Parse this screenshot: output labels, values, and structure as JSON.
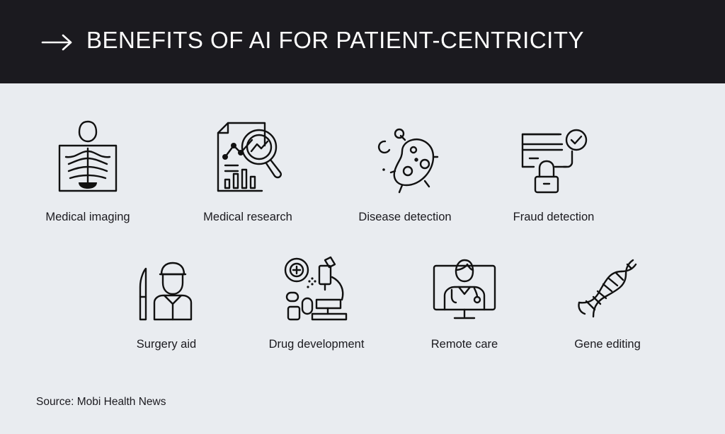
{
  "header": {
    "arrow_icon": "long-arrow-right-icon",
    "title": "BENEFITS OF AI FOR PATIENT-CENTRICITY"
  },
  "benefits": [
    {
      "label": "Medical imaging",
      "icon": "xray-chest-icon"
    },
    {
      "label": "Medical research",
      "icon": "research-report-magnifier-icon"
    },
    {
      "label": "Disease detection",
      "icon": "bacteria-virus-icon"
    },
    {
      "label": "Fraud detection",
      "icon": "credit-card-lock-check-icon"
    },
    {
      "label": "Surgery aid",
      "icon": "surgeon-scalpel-icon"
    },
    {
      "label": "Drug development",
      "icon": "microscope-pills-icon"
    },
    {
      "label": "Remote care",
      "icon": "doctor-monitor-icon"
    },
    {
      "label": "Gene editing",
      "icon": "dna-helix-icon"
    }
  ],
  "source": "Source: Mobi Health News",
  "colors": {
    "header_bg": "#1b1a1f",
    "page_bg": "#e9ecf0",
    "text": "#1b1a1f"
  }
}
